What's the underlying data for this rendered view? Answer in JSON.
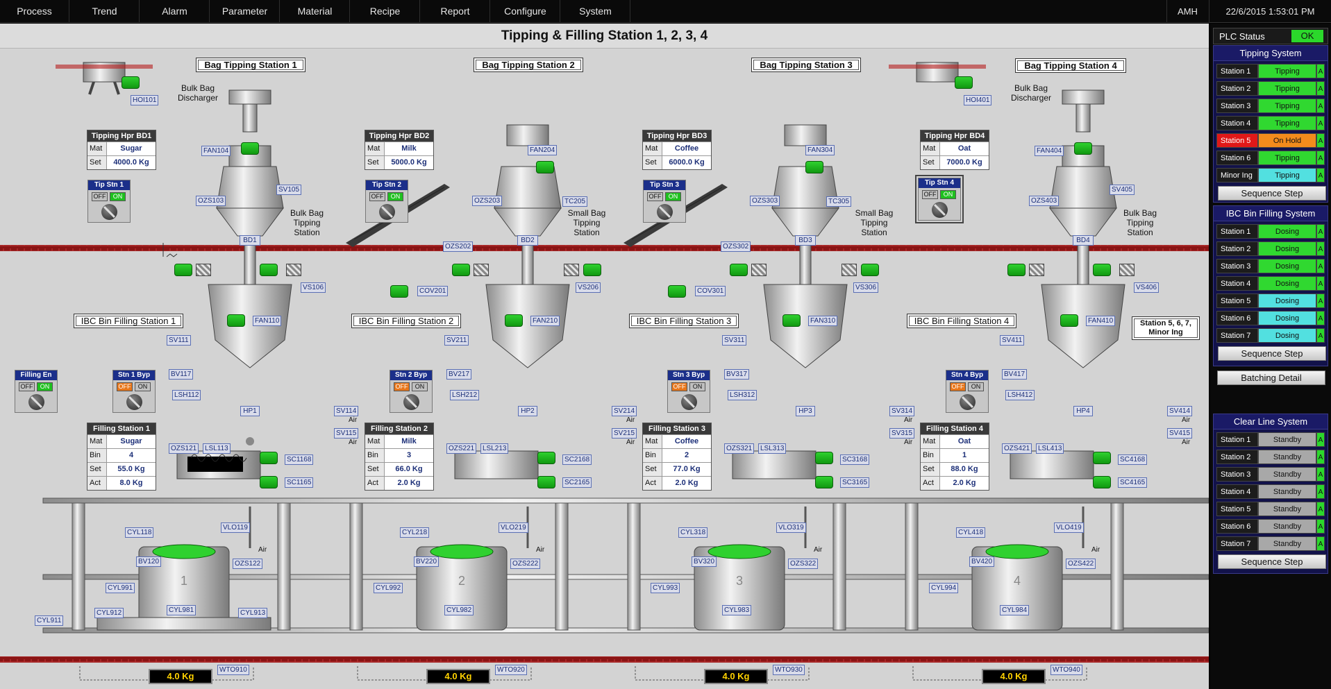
{
  "nav": {
    "items": [
      "Process",
      "Trend",
      "Alarm",
      "Parameter",
      "Material",
      "Recipe",
      "Report",
      "Configure",
      "System"
    ],
    "user": "AMH",
    "datetime": "22/6/2015 1:53:01 PM"
  },
  "title": "Tipping & Filling Station 1, 2, 3, 4",
  "tipping_titles": [
    "Bag Tipping Station 1",
    "Bag Tipping Station 2",
    "Bag Tipping Station 3",
    "Bag Tipping Station 4"
  ],
  "ibc_titles": [
    "IBC Bin Filling Station 1",
    "IBC Bin Filling Station 2",
    "IBC Bin Filling Station 3",
    "IBC Bin Filling Station 4"
  ],
  "texts": {
    "bulk_discharger": "Bulk Bag\nDischarger",
    "bulk_tipping": "Bulk Bag\nTipping\nStation",
    "small_tipping": "Small Bag\nTipping\nStation",
    "other_stations": "Station 5, 6, 7,\nMinor Ing",
    "air": "Air"
  },
  "hopper_tables": [
    {
      "title": "Tipping Hpr BD1",
      "mat_k": "Mat",
      "mat": "Sugar",
      "set_k": "Set",
      "set": "4000.0 Kg"
    },
    {
      "title": "Tipping Hpr BD2",
      "mat_k": "Mat",
      "mat": "Milk",
      "set_k": "Set",
      "set": "5000.0 Kg"
    },
    {
      "title": "Tipping Hpr BD3",
      "mat_k": "Mat",
      "mat": "Coffee",
      "set_k": "Set",
      "set": "6000.0 Kg"
    },
    {
      "title": "Tipping Hpr BD4",
      "mat_k": "Mat",
      "mat": "Oat",
      "set_k": "Set",
      "set": "7000.0 Kg"
    }
  ],
  "filling_tables": [
    {
      "title": "Filling Station 1",
      "mat": "Sugar",
      "bin": "4",
      "set": "55.0 Kg",
      "act": "8.0 Kg"
    },
    {
      "title": "Filling Station 2",
      "mat": "Milk",
      "bin": "3",
      "set": "66.0 Kg",
      "act": "2.0 Kg"
    },
    {
      "title": "Filling Station 3",
      "mat": "Coffee",
      "bin": "2",
      "set": "77.0 Kg",
      "act": "2.0 Kg"
    },
    {
      "title": "Filling Station 4",
      "mat": "Oat",
      "bin": "1",
      "set": "88.0 Kg",
      "act": "2.0 Kg"
    }
  ],
  "row_keys": {
    "mat": "Mat",
    "bin": "Bin",
    "set": "Set",
    "act": "Act"
  },
  "tip_switches": [
    "Tip Stn 1",
    "Tip Stn 2",
    "Tip Stn 3",
    "Tip Stn 4"
  ],
  "byp_switches": [
    "Stn 1 Byp",
    "Stn 2 Byp",
    "Stn 3 Byp",
    "Stn 4 Byp"
  ],
  "filling_en": "Filling En",
  "switch_off": "OFF",
  "switch_on": "ON",
  "weights": [
    "4.0 Kg",
    "4.0 Kg",
    "4.0 Kg",
    "4.0 Kg"
  ],
  "bin_numbers": [
    "1",
    "2",
    "3",
    "4"
  ],
  "tags": {
    "s1": [
      "HOI101",
      "FAN104",
      "OZS103",
      "SV105",
      "BD1",
      "VS106",
      "FAN110",
      "SV111",
      "BV117",
      "LSH112",
      "HP1",
      "SV114",
      "SV115",
      "OZS121",
      "LSL113",
      "SC1168",
      "SC1165",
      "CYL118",
      "VLO119",
      "BV120",
      "OZS122",
      "CYL991",
      "CYL912",
      "CYL913",
      "CYL911",
      "CYL981",
      "WTO910"
    ],
    "s2": [
      "FAN204",
      "OZS203",
      "TC205",
      "OZS202",
      "BD2",
      "COV201",
      "VS206",
      "FAN210",
      "SV211",
      "BV217",
      "LSH212",
      "HP2",
      "SV214",
      "SV215",
      "OZS221",
      "LSL213",
      "SC2168",
      "SC2165",
      "CYL218",
      "VLO219",
      "BV220",
      "OZS222",
      "CYL992",
      "CYL982",
      "WTO920"
    ],
    "s3": [
      "FAN304",
      "OZS303",
      "TC305",
      "OZS302",
      "BD3",
      "COV301",
      "VS306",
      "FAN310",
      "SV311",
      "BV317",
      "LSH312",
      "HP3",
      "SV314",
      "SV315",
      "OZS321",
      "LSL313",
      "SC3168",
      "SC3165",
      "CYL318",
      "VLO319",
      "BV320",
      "OZS322",
      "CYL993",
      "CYL983",
      "WTO930"
    ],
    "s4": [
      "HOI401",
      "FAN404",
      "OZS403",
      "SV405",
      "BD4",
      "VS406",
      "FAN410",
      "SV411",
      "BV417",
      "LSH412",
      "HP4",
      "SV414",
      "SV415",
      "OZS421",
      "LSL413",
      "SC4168",
      "SC4165",
      "CYL418",
      "VLO419",
      "BV420",
      "OZS422",
      "CYL994",
      "CYL984",
      "WTO940"
    ]
  },
  "plc": {
    "label": "PLC Status",
    "value": "OK"
  },
  "tipping_system": {
    "title": "Tipping System",
    "rows": [
      {
        "name": "Station 1",
        "status": "Tipping",
        "mode": "A"
      },
      {
        "name": "Station 2",
        "status": "Tipping",
        "mode": "A"
      },
      {
        "name": "Station 3",
        "status": "Tipping",
        "mode": "A"
      },
      {
        "name": "Station 4",
        "status": "Tipping",
        "mode": "A"
      },
      {
        "name": "Station 5",
        "status": "On Hold",
        "mode": "A"
      },
      {
        "name": "Station 6",
        "status": "Tipping",
        "mode": "A"
      },
      {
        "name": "Minor Ing",
        "status": "Tipping",
        "mode": "A"
      }
    ],
    "button": "Sequence Step"
  },
  "ibc_system": {
    "title": "IBC Bin Filling System",
    "rows": [
      {
        "name": "Station 1",
        "status": "Dosing",
        "mode": "A"
      },
      {
        "name": "Station 2",
        "status": "Dosing",
        "mode": "A"
      },
      {
        "name": "Station 3",
        "status": "Dosing",
        "mode": "A"
      },
      {
        "name": "Station 4",
        "status": "Dosing",
        "mode": "A"
      },
      {
        "name": "Station 5",
        "status": "Dosing",
        "mode": "A"
      },
      {
        "name": "Station 6",
        "status": "Dosing",
        "mode": "A"
      },
      {
        "name": "Station 7",
        "status": "Dosing",
        "mode": "A"
      }
    ],
    "button": "Sequence Step",
    "button2": "Batching Detail"
  },
  "clear_line": {
    "title": "Clear Line System",
    "rows": [
      {
        "name": "Station 1",
        "status": "Standby",
        "mode": "A"
      },
      {
        "name": "Station 2",
        "status": "Standby",
        "mode": "A"
      },
      {
        "name": "Station 3",
        "status": "Standby",
        "mode": "A"
      },
      {
        "name": "Station 4",
        "status": "Standby",
        "mode": "A"
      },
      {
        "name": "Station 5",
        "status": "Standby",
        "mode": "A"
      },
      {
        "name": "Station 6",
        "status": "Standby",
        "mode": "A"
      },
      {
        "name": "Station 7",
        "status": "Standby",
        "mode": "A"
      }
    ],
    "button": "Sequence Step"
  },
  "colors": {
    "running": "#30d830",
    "hold": "#f28b1c",
    "dosing": "#52e0e0",
    "standby": "#a8a8a8",
    "alarm": "#e01818"
  }
}
